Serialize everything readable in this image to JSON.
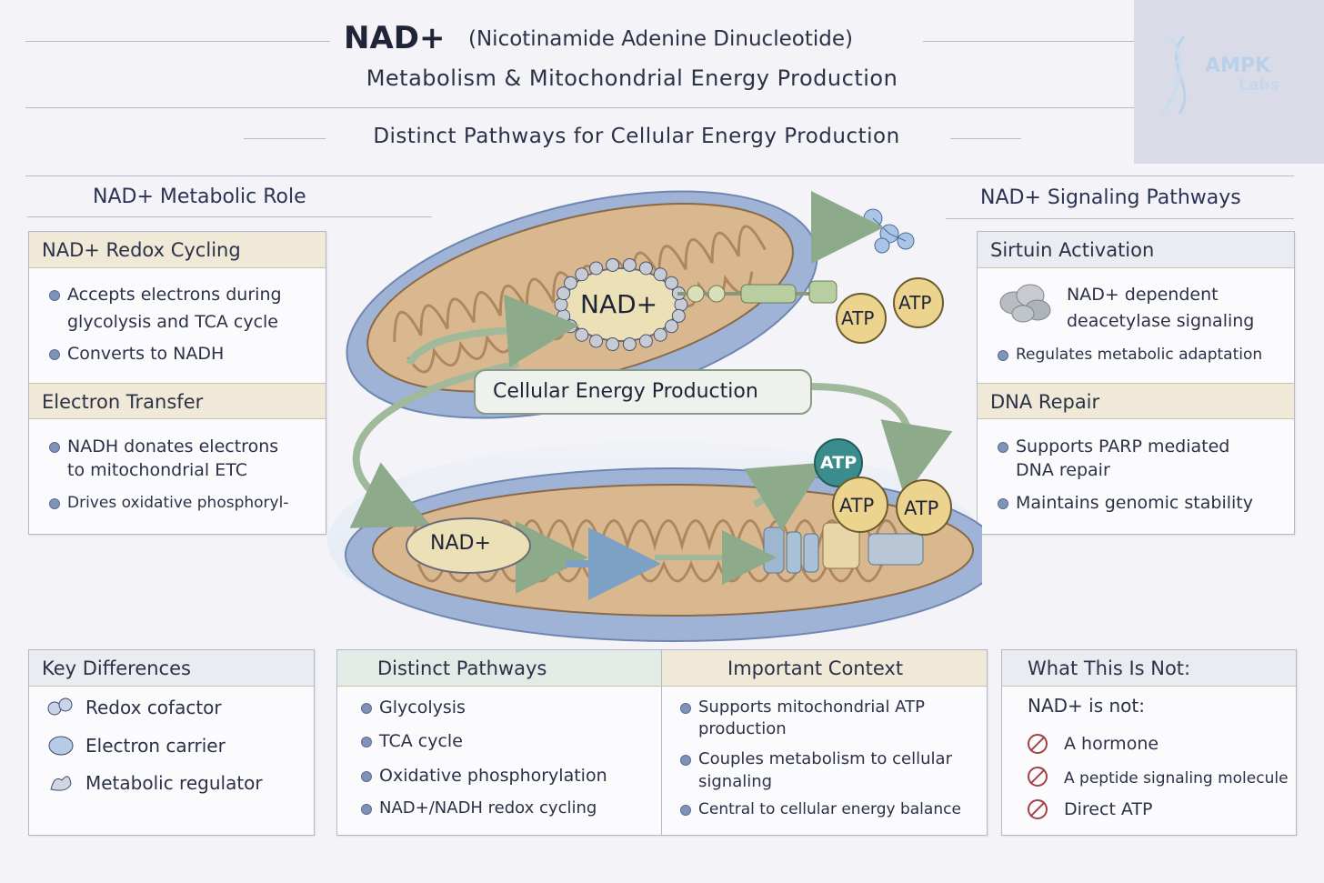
{
  "header": {
    "title": "NAD+",
    "title_parenthetical": "(Nicotinamide Adenine Dinucleotide)",
    "subtitle": "Metabolism & Mitochondrial Energy Production",
    "section_title": "Distinct Pathways for Cellular Energy Production"
  },
  "logo": {
    "line1": "AMPK",
    "line2": "Labs"
  },
  "left_section": {
    "heading": "NAD+ Metabolic Role",
    "cards": [
      {
        "title": "NAD+ Redox Cycling",
        "bullets": [
          "Accepts electrons during",
          "glycolysis and TCA cycle",
          "Converts to NADH"
        ]
      },
      {
        "title": "Electron Transfer",
        "bullets": [
          "NADH donates electrons",
          "to mitochondrial ETC",
          "Drives oxidative phosphoryl-"
        ]
      }
    ]
  },
  "right_section": {
    "heading": "NAD+ Signaling Pathways",
    "cards": [
      {
        "title": "Sirtuin Activation",
        "bullets": [
          "NAD+ dependent",
          "deacetylase signaling",
          "Regulates metabolic adaptation"
        ]
      },
      {
        "title": "DNA Repair",
        "bullets": [
          "Supports PARP mediated",
          "DNA repair",
          "Maintains genomic stability"
        ]
      }
    ]
  },
  "diagram": {
    "center_label": "Cellular Energy Production",
    "nad_top": "NAD+",
    "nad_bottom": "NAD+",
    "atp_labels": [
      "ATP",
      "ATP",
      "ATP",
      "ATP",
      "ATP"
    ]
  },
  "bottom": {
    "key_differences": {
      "title": "Key Differences",
      "items": [
        "Redox cofactor",
        "Electron carrier",
        "Metabolic regulator"
      ]
    },
    "distinct_pathways": {
      "title": "Distinct Pathways",
      "items": [
        "Glycolysis",
        "TCA cycle",
        "Oxidative phosphorylation",
        "NAD+/NADH redox cycling"
      ]
    },
    "important_context": {
      "title": "Important Context",
      "items": [
        "Supports mitochondrial ATP",
        "production",
        "Couples metabolism to cellular",
        "signaling",
        "Central to cellular energy balance"
      ]
    },
    "what_this_is_not": {
      "title": "What This Is Not:",
      "intro": "NAD+ is not:",
      "items": [
        "A hormone",
        "A peptide signaling molecule",
        "Direct ATP"
      ]
    }
  },
  "colors": {
    "mito_outer": "#9fb3d6",
    "mito_inner": "#d8b78f",
    "nad_fill": "#ece0b6",
    "atp_fill": "#ecd48e",
    "atp_teal": "#3b8c8c",
    "arrow_green": "#9fb99a",
    "prohibited_red": "#a24444"
  }
}
